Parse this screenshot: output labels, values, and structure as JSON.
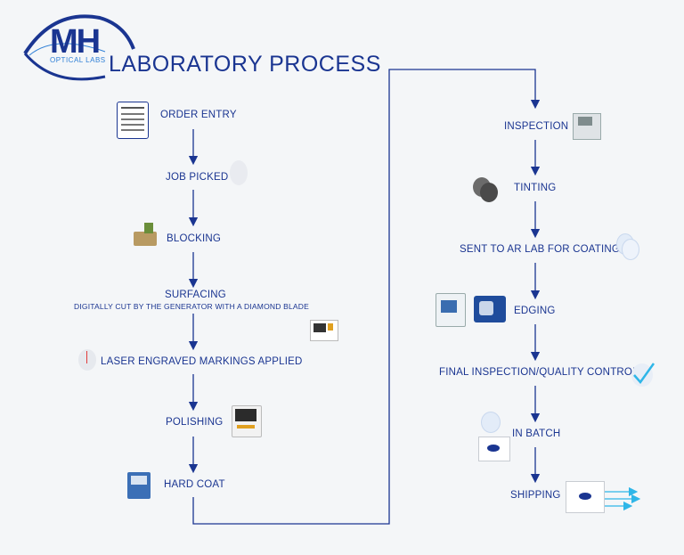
{
  "logo": {
    "initials": "MH",
    "subtitle": "OPTICAL LABS"
  },
  "title": "LABORATORY PROCESS",
  "left_steps": {
    "order_entry": "ORDER ENTRY",
    "job_picked": "JOB PICKED",
    "blocking": "BLOCKING",
    "surfacing": "SURFACING",
    "surfacing_sub": "DIGITALLY CUT BY THE GENERATOR WITH A DIAMOND BLADE",
    "laser": "LASER ENGRAVED MARKINGS APPLIED",
    "polishing": "POLISHING",
    "hard_coat": "HARD COAT"
  },
  "right_steps": {
    "inspection": "INSPECTION",
    "tinting": "TINTING",
    "ar_lab": "SENT TO AR LAB FOR COATING",
    "edging": "EDGING",
    "final_inspection": "FINAL INSPECTION/QUALITY CONTROL",
    "in_batch": "IN BATCH",
    "shipping": "SHIPPING"
  },
  "colors": {
    "primary": "#1a3591",
    "accent": "#2e7fd6",
    "arrow": "#1a3591",
    "light_arrow": "#2fb6e8"
  }
}
